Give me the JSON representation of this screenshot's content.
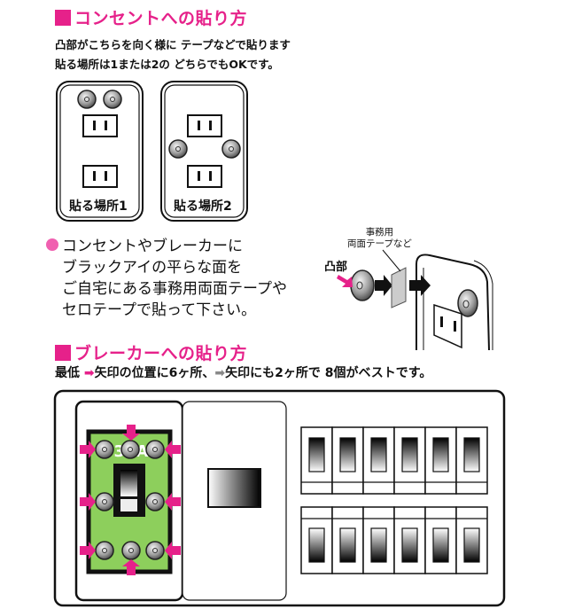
{
  "section1": {
    "title": "コンセントへの貼り方",
    "line1": "凸部がこちらを向く様に テープなどで貼ります",
    "line2": "貼る場所は1または2の どちらでもOKです。",
    "panel1_label": "貼る場所1",
    "panel2_label": "貼る場所2",
    "instructions": [
      "コンセントやブレーカーに",
      "ブラックアイの平らな面を",
      "ご自宅にある事務用両面テープや",
      "セロテープで貼って下さい。"
    ],
    "tape_label_line1": "事務用",
    "tape_label_line2": "両面テープなど",
    "convex_label": "凸部"
  },
  "section2": {
    "title": "ブレーカーへの貼り方",
    "note_part1": "最低",
    "note_part2": "矢印の位置に6ヶ所、",
    "note_part3": "矢印にも2ヶ所で 8個がベストです。",
    "breaker_label": "30A"
  },
  "colors": {
    "accent_pink": "#e6218a",
    "breaker_green": "#8dcf5c"
  }
}
